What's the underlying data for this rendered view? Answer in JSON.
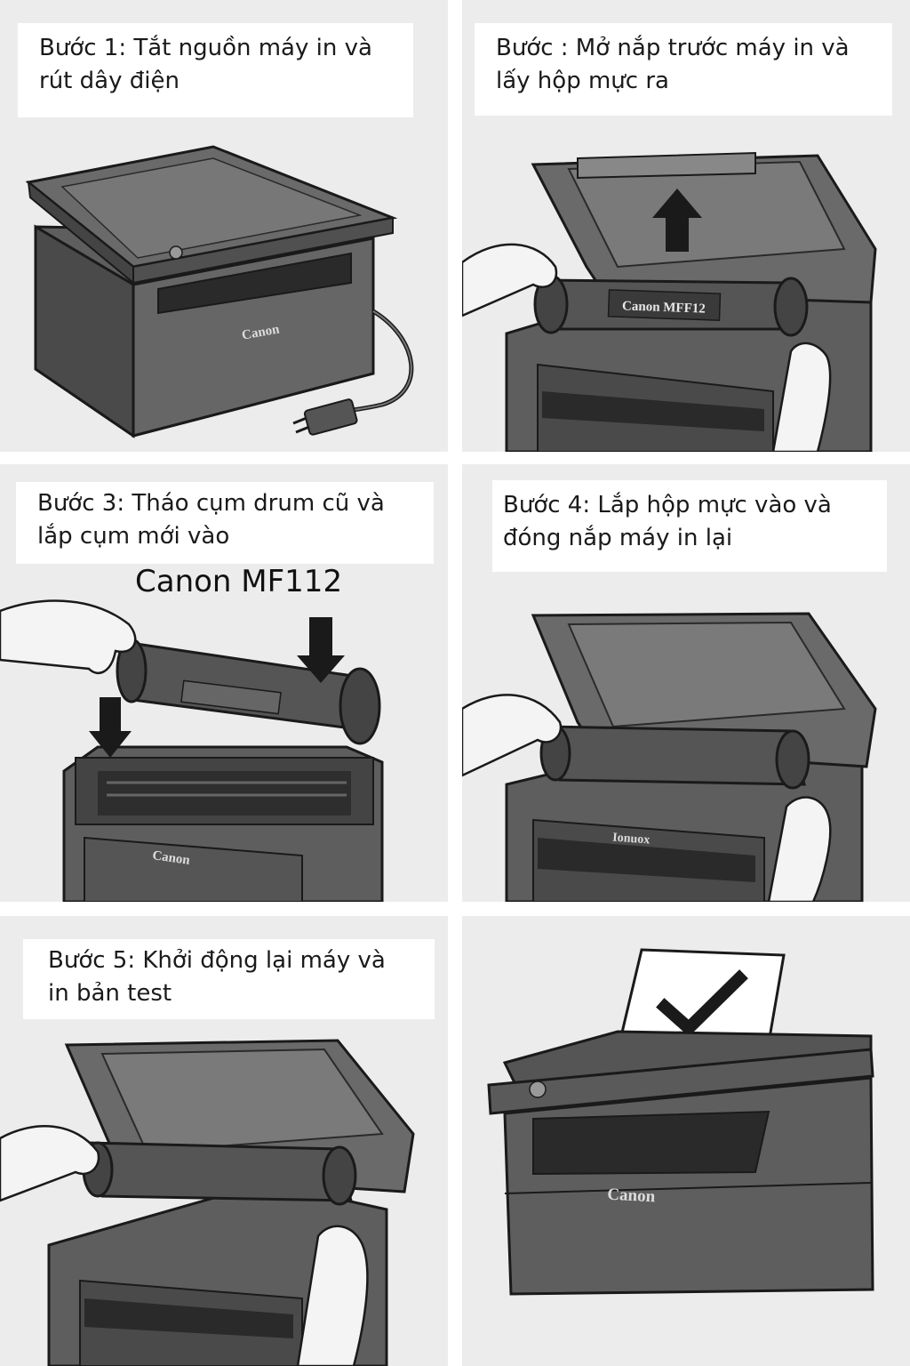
{
  "steps": [
    {
      "caption_line1": "Bước 1: Tắt nguồn máy in và",
      "caption_line2": "rút dây điện",
      "brand": "Canon"
    },
    {
      "caption_line1": "Bước : Mở nắp trước máy in và",
      "caption_line2": "lấy hộp mực ra",
      "brand": "",
      "cartridge_label": "Canon MFF12"
    },
    {
      "caption_line1": "Bước 3: Tháo cụm drum cũ và",
      "caption_line2": "lắp cụm mới vào",
      "brand": "Canon",
      "model_label": "Canon MF112"
    },
    {
      "caption_line1": "Bước 4: Lắp hộp mực vào và",
      "caption_line2": "đóng nắp máy in lại",
      "brand": "Ionuox"
    },
    {
      "caption_line1": "Bước 5: Khởi động lại máy và",
      "caption_line2": "in bản test",
      "brand": ""
    },
    {
      "caption_line1": "",
      "caption_line2": "",
      "brand": "Canon"
    }
  ],
  "icons": {
    "arrow": "up-arrow-icon",
    "down_arrow": "down-arrow-icon",
    "check": "checkmark-icon",
    "plug": "power-plug-icon"
  },
  "colors": {
    "background": "#ececec",
    "printer_body": "#5e5e5e",
    "printer_dark": "#3a3a3a",
    "printer_light": "#7a7a7a",
    "outline": "#1a1a1a"
  }
}
